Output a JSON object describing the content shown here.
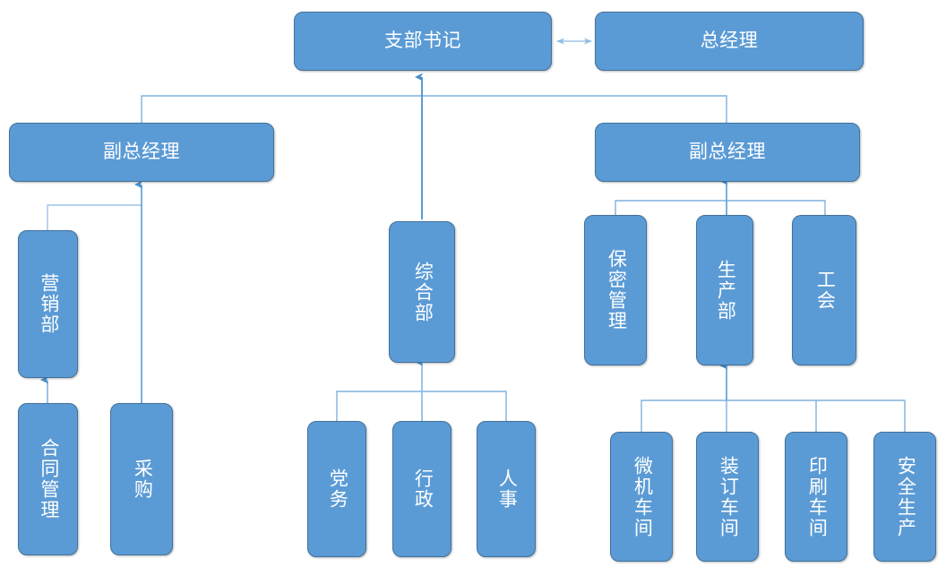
{
  "diagram": {
    "type": "organizational-chart",
    "title": "",
    "colors": {
      "node_fill": "#5B9BD5",
      "node_border": "#41719C",
      "node_text": "#FFFFFF",
      "connector": "#5B9BD5",
      "background": "#FFFFFF"
    },
    "nodes": [
      {
        "id": "party_secretary",
        "label": "支部书记",
        "orientation": "horizontal",
        "level": 0
      },
      {
        "id": "general_manager",
        "label": "总经理",
        "orientation": "horizontal",
        "level": 0
      },
      {
        "id": "deputy_gm_left",
        "label": "副总经理",
        "orientation": "horizontal",
        "level": 1
      },
      {
        "id": "deputy_gm_right",
        "label": "副总经理",
        "orientation": "horizontal",
        "level": 1
      },
      {
        "id": "marketing_dept",
        "label": "营销部",
        "orientation": "vertical",
        "level": 2
      },
      {
        "id": "general_affairs_dept",
        "label": "综合部",
        "orientation": "vertical",
        "level": 2
      },
      {
        "id": "confidentiality_mgmt",
        "label": "保密管理",
        "orientation": "vertical",
        "level": 2
      },
      {
        "id": "production_dept",
        "label": "生产部",
        "orientation": "vertical",
        "level": 2
      },
      {
        "id": "labor_union",
        "label": "工会",
        "orientation": "vertical",
        "level": 2
      },
      {
        "id": "contract_mgmt",
        "label": "合同管理",
        "orientation": "vertical",
        "level": 3
      },
      {
        "id": "procurement",
        "label": "采购",
        "orientation": "vertical",
        "level": 3
      },
      {
        "id": "party_affairs",
        "label": "党务",
        "orientation": "vertical",
        "level": 3
      },
      {
        "id": "administration",
        "label": "行政",
        "orientation": "vertical",
        "level": 3
      },
      {
        "id": "personnel",
        "label": "人事",
        "orientation": "vertical",
        "level": 3
      },
      {
        "id": "computer_workshop",
        "label": "微机车间",
        "orientation": "vertical",
        "level": 3
      },
      {
        "id": "binding_workshop",
        "label": "装订车间",
        "orientation": "vertical",
        "level": 3
      },
      {
        "id": "printing_workshop",
        "label": "印刷车间",
        "orientation": "vertical",
        "level": 3
      },
      {
        "id": "safety_production",
        "label": "安全生产",
        "orientation": "vertical",
        "level": 3
      }
    ],
    "edges": [
      {
        "from": "party_secretary",
        "to": "general_manager",
        "style": "double-arrow"
      },
      {
        "from": "deputy_gm_left",
        "to": "party_secretary",
        "style": "arrow"
      },
      {
        "from": "deputy_gm_right",
        "to": "party_secretary",
        "style": "arrow"
      },
      {
        "from": "general_affairs_dept",
        "to": "party_secretary",
        "style": "arrow"
      },
      {
        "from": "marketing_dept",
        "to": "deputy_gm_left",
        "style": "arrow"
      },
      {
        "from": "procurement",
        "to": "deputy_gm_left",
        "style": "arrow"
      },
      {
        "from": "contract_mgmt",
        "to": "marketing_dept",
        "style": "arrow"
      },
      {
        "from": "party_affairs",
        "to": "general_affairs_dept",
        "style": "arrow"
      },
      {
        "from": "administration",
        "to": "general_affairs_dept",
        "style": "arrow"
      },
      {
        "from": "personnel",
        "to": "general_affairs_dept",
        "style": "arrow"
      },
      {
        "from": "confidentiality_mgmt",
        "to": "deputy_gm_right",
        "style": "arrow"
      },
      {
        "from": "production_dept",
        "to": "deputy_gm_right",
        "style": "arrow"
      },
      {
        "from": "labor_union",
        "to": "deputy_gm_right",
        "style": "arrow"
      },
      {
        "from": "computer_workshop",
        "to": "production_dept",
        "style": "arrow"
      },
      {
        "from": "binding_workshop",
        "to": "production_dept",
        "style": "arrow"
      },
      {
        "from": "printing_workshop",
        "to": "production_dept",
        "style": "arrow"
      },
      {
        "from": "safety_production",
        "to": "production_dept",
        "style": "arrow"
      }
    ]
  }
}
